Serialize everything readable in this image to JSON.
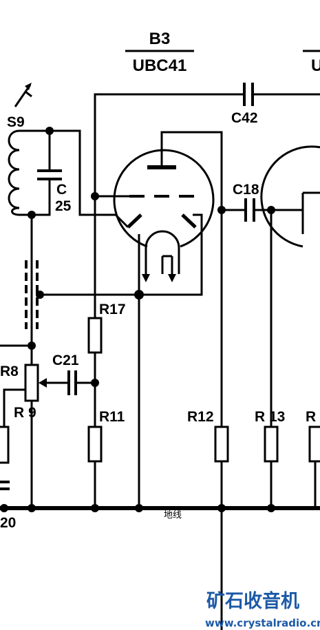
{
  "tube_b3": {
    "designator": "B3",
    "type": "UBC41"
  },
  "tube_next": {
    "type_partial": "U"
  },
  "labels": {
    "s9": "S9",
    "c25_a": "C",
    "c25_b": "25",
    "c42": "C42",
    "c18": "C18",
    "r17": "R17",
    "c21": "C21",
    "r8": "R8",
    "r9": "R 9",
    "r11": "R11",
    "r12": "R12",
    "r13": "R 13",
    "r_partial": "R",
    "c20_partial": "20",
    "ground": "地线"
  },
  "watermark": {
    "site_cn": "矿石收音机",
    "url": "www.crystalradio.cn"
  },
  "colors": {
    "line": "#000000",
    "watermark": "#1c5aa6"
  }
}
